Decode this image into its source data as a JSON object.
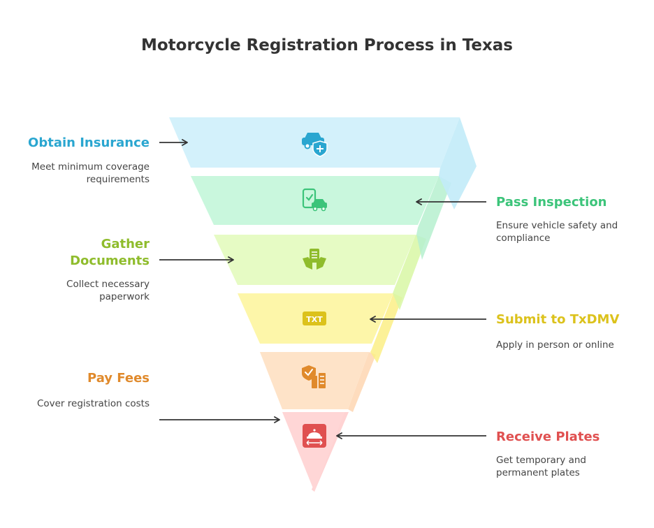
{
  "title": "Motorcycle Registration Process in Texas",
  "steps": [
    {
      "label": "Obtain Insurance",
      "desc": "Meet minimum coverage requirements",
      "icon": "car-shield-icon",
      "color": "#2aa6d0",
      "fill": "#d3f1fb"
    },
    {
      "label": "Pass Inspection",
      "desc": "Ensure vehicle safety and compliance",
      "icon": "checklist-car-icon",
      "color": "#3cc47a",
      "fill": "#c9f7dd"
    },
    {
      "label": "Gather Documents",
      "desc": "Collect necessary paperwork",
      "icon": "hands-document-icon",
      "color": "#8fbc2c",
      "fill": "#e6fbc4"
    },
    {
      "label": "Submit to TxDMV",
      "desc": "Apply in person or online",
      "icon": "txt-file-icon",
      "color": "#dcc21c",
      "fill": "#fdf6a9"
    },
    {
      "label": "Pay Fees",
      "desc": "Cover registration costs",
      "icon": "fees-receipt-icon",
      "color": "#e08a2c",
      "fill": "#fee3c8"
    },
    {
      "label": "Receive Plates",
      "desc": "Get temporary and permanent plates",
      "icon": "plate-bell-icon",
      "color": "#e05050",
      "fill": "#ffd6d6"
    }
  ]
}
